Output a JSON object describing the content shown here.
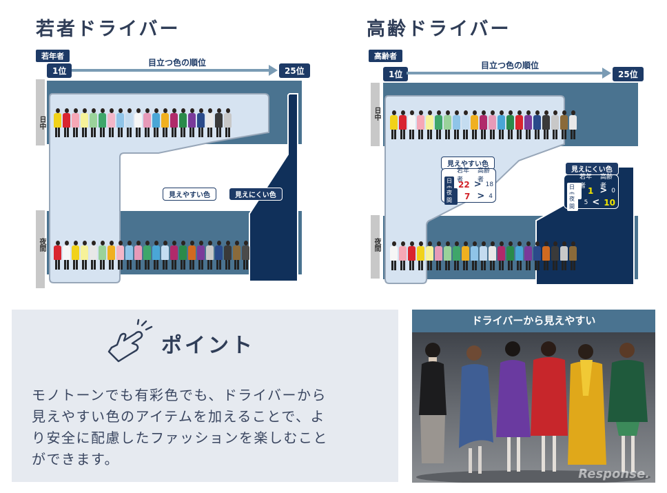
{
  "young": {
    "title": "若者ドライバー",
    "tag": "若年者",
    "rank_start": "1位",
    "rank_end": "25位",
    "axis_label": "目立つ色の順位",
    "day_label": "日中",
    "night_label": "夜間",
    "visible_label": "見えやすい色",
    "invisible_label": "見えにくい色"
  },
  "elderly": {
    "title": "高齢ドライバー",
    "tag": "高齢者",
    "rank_start": "1位",
    "rank_end": "25位",
    "axis_label": "目立つ色の順位",
    "day_label": "日中",
    "night_label": "夜間",
    "visible_label": "見えやすい色",
    "invisible_label": "見えにくい色",
    "visible_table": {
      "col_young": "若年者",
      "col_elderly": "高齢者",
      "day": {
        "label": "日中",
        "young": "22",
        "op": ">",
        "elderly": "18"
      },
      "night": {
        "label": "夜間",
        "young": "7",
        "op": ">",
        "elderly": "4"
      }
    },
    "invisible_table": {
      "col_young": "若年者",
      "col_elderly": "高齢者",
      "day": {
        "label": "日中",
        "young": "1",
        "op": ">",
        "elderly": "0"
      },
      "night": {
        "label": "夜間",
        "young": "5",
        "op": "<",
        "elderly": "10"
      }
    }
  },
  "point": {
    "title": "ポイント",
    "body_line1": "モノトーンでも有彩色でも、ドライバーから",
    "body_line2": "見えやすい色のアイテムを加えることで、よ",
    "body_line3": "り安全に配慮したファッションを楽しむこと",
    "body_line4": "ができます。",
    "icon": "hand-tap-icon"
  },
  "photo": {
    "header": "ドライバーから見えやすい",
    "watermark": "Response."
  },
  "colors": {
    "navy": "#10305a",
    "steel": "#4a7390",
    "pale": "#d6e3f1",
    "red_highlight": "#d2232a",
    "yellow_highlight": "#f3e600"
  }
}
